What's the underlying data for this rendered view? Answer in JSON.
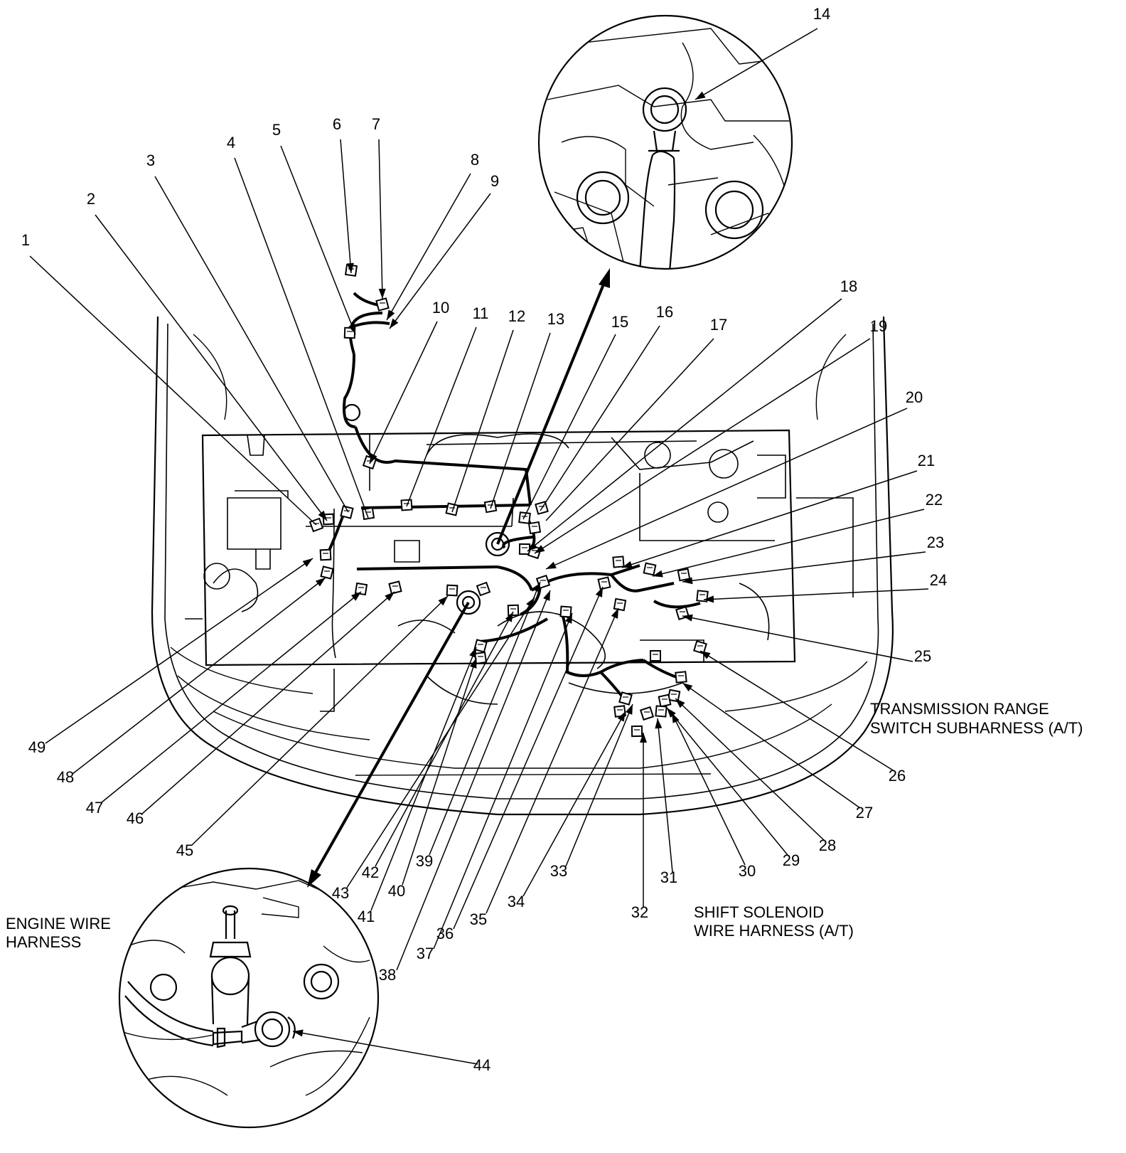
{
  "callouts": [
    "1",
    "2",
    "3",
    "4",
    "5",
    "6",
    "7",
    "8",
    "9",
    "10",
    "11",
    "12",
    "13",
    "14",
    "15",
    "16",
    "17",
    "18",
    "19",
    "20",
    "21",
    "22",
    "23",
    "24",
    "25",
    "26",
    "27",
    "28",
    "29",
    "30",
    "31",
    "32",
    "33",
    "34",
    "35",
    "36",
    "37",
    "38",
    "39",
    "40",
    "41",
    "42",
    "43",
    "44",
    "45",
    "46",
    "47",
    "48",
    "49"
  ],
  "captions": {
    "transmission_range": [
      "TRANSMISSION RANGE",
      "SWITCH SUBHARNESS (A/T)"
    ],
    "engine_wire": [
      "ENGINE WIRE",
      "HARNESS"
    ],
    "shift_solenoid": [
      "SHIFT SOLENOID",
      "WIRE HARNESS (A/T)"
    ]
  }
}
